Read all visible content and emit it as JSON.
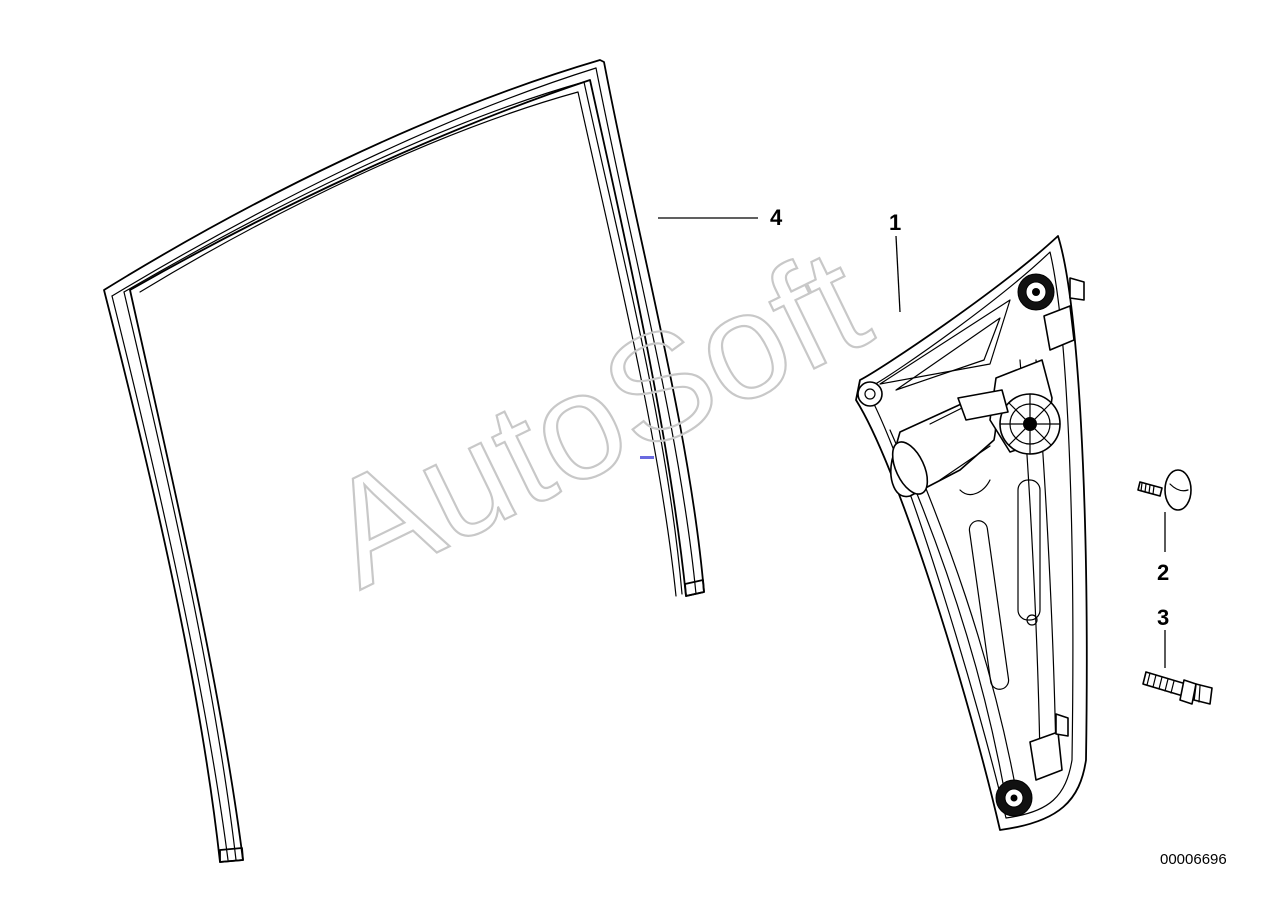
{
  "diagram": {
    "watermark": "AutoSoft",
    "drawing_number": "00006696",
    "callouts": {
      "regulator": "1",
      "screw_pin": "2",
      "bolt": "3",
      "window_guide": "4"
    },
    "accent_marker_color": "#6a6ae0"
  }
}
